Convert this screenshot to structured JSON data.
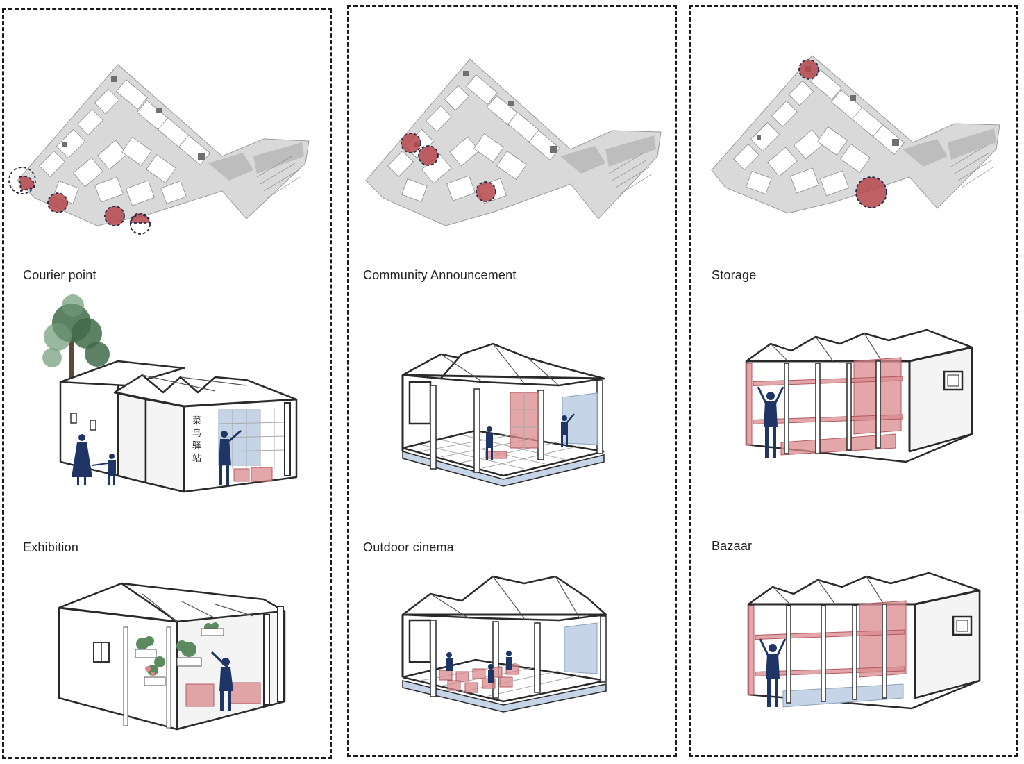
{
  "panels": [
    {
      "top_label": "Courier point",
      "bottom_label": "Exhibition",
      "sign_chars": [
        "菜",
        "鸟",
        "驿",
        "站"
      ]
    },
    {
      "top_label": "Community Announcement",
      "bottom_label": "Outdoor cinema"
    },
    {
      "top_label": "Storage",
      "bottom_label": "Bazaar"
    }
  ],
  "colors": {
    "panel_border": "#1a1a1a",
    "hotspot": "#b5454a",
    "person": "#1e3566",
    "pink_fill": "#d98a8e",
    "blue_fill": "#c5d4e6"
  }
}
